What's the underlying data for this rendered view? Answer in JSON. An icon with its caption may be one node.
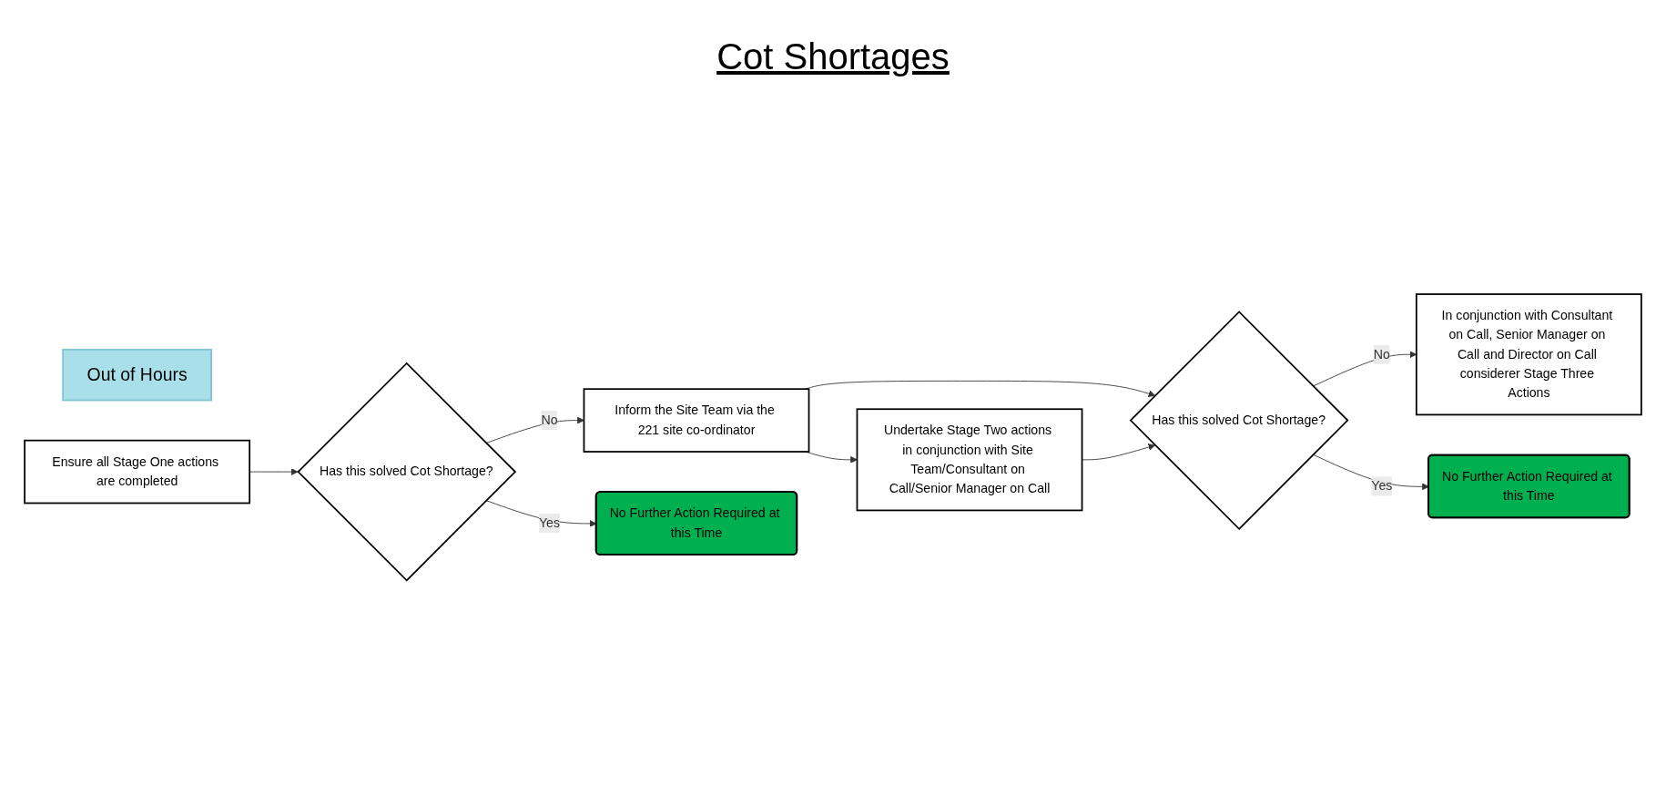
{
  "diagram": {
    "title": "Cot Shortages",
    "nodes": [
      {
        "text": [
          "Out of Hours"
        ]
      },
      {
        "text": [
          "Ensure all Stage One actions are completed"
        ]
      },
      {
        "text": [
          "Has this solved Cot Shortage?"
        ]
      },
      {
        "text": [
          "Inform the Site Team via the 221 site co-ordinator"
        ]
      },
      {
        "text": [
          "Has this solved Cot Shortage?"
        ]
      },
      {
        "text": [
          "In conjunction with Consultant on Call, Senior Manager on Call and Director on Call considerer Stage Three Actions"
        ]
      },
      {
        "text": [
          "No Further Action Required at this Time"
        ]
      },
      {
        "text": [
          "Undertake Stage Two actions in conjunction with Site Team/Consultant on Call/Senior Manager on Call"
        ]
      },
      {
        "text": [
          "No Further Action Required at this Time"
        ]
      }
    ],
    "edges": [
      {
        "from": 1,
        "to": 2,
        "arrow": "to"
      },
      {
        "from": 2,
        "to": 3,
        "arrow": "to",
        "label": "No"
      },
      {
        "from": 3,
        "to": 4,
        "arrow": "to"
      },
      {
        "from": 4,
        "to": 5,
        "arrow": "to",
        "label": "No"
      },
      {
        "from": 2,
        "to": 6,
        "arrow": "to",
        "label": "Yes"
      },
      {
        "from": 3,
        "to": 7,
        "arrow": "to"
      },
      {
        "from": 7,
        "to": 4,
        "arrow": "to"
      },
      {
        "from": 4,
        "to": 8,
        "arrow": "to",
        "label": "Yes"
      }
    ]
  }
}
